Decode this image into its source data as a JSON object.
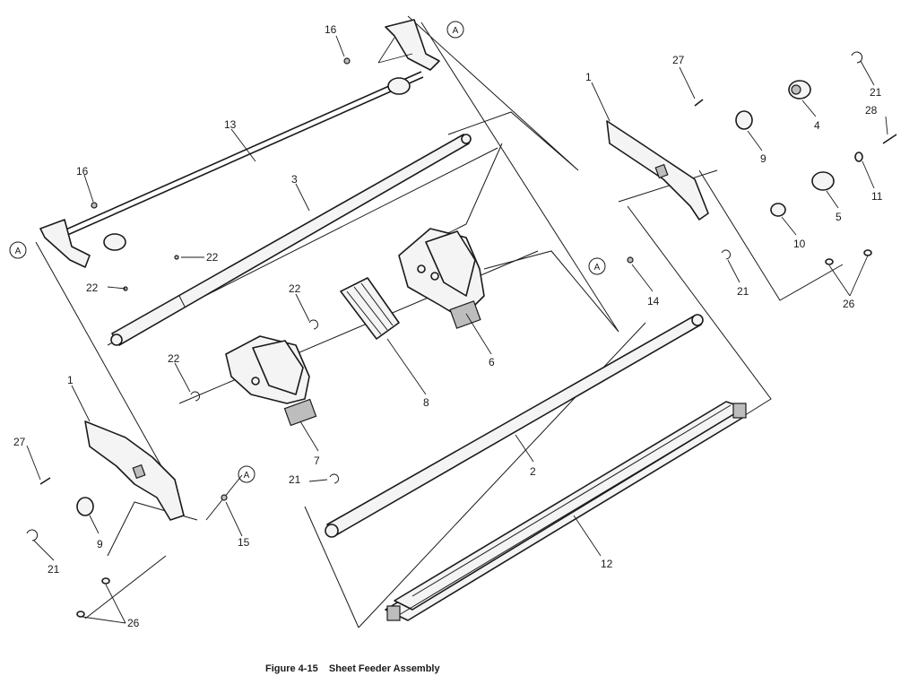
{
  "caption": "Figure 4-15    Sheet Feeder Assembly",
  "ref_letter": "A",
  "part_numbers": {
    "p1": "1",
    "p2": "2",
    "p3": "3",
    "p4": "4",
    "p5": "5",
    "p6": "6",
    "p7": "7",
    "p8": "8",
    "p9": "9",
    "p10": "10",
    "p11": "11",
    "p12": "12",
    "p13": "13",
    "p14": "14",
    "p15": "15",
    "p16": "16",
    "p21": "21",
    "p22": "22",
    "p26": "26",
    "p27": "27",
    "p28": "28"
  }
}
